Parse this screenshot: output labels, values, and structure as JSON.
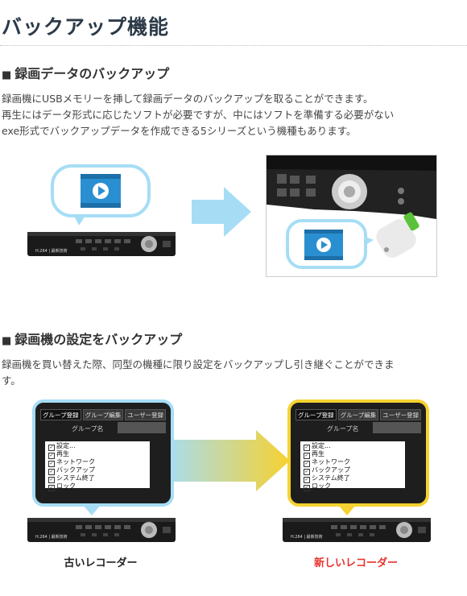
{
  "page": {
    "title": "バックアップ機能"
  },
  "section1": {
    "marker": "■",
    "heading": "録画データのバックアップ",
    "lines": [
      "録画機にUSBメモリーを挿して録画データのバックアップを取ることができます。",
      "再生にはデータ形式に応じたソフトが必要ですが、中にはソフトを準備する必要がない",
      "exe形式でバックアップデータを作成できる5シリーズという機種もあります。"
    ],
    "recorder_label": "H.264 | 最新技術"
  },
  "section2": {
    "marker": "■",
    "heading": "録画機の設定をバックアップ",
    "lines": [
      "録画機を買い替えた際、同型の機種に限り設定をバックアップし引き継ぐことができま",
      "す。"
    ],
    "tabs": [
      "グループ登録",
      "グループ編集",
      "ユーザー登録"
    ],
    "group_label": "グループ名",
    "list_items": [
      "設定...",
      "再生",
      "ネットワーク",
      "バックアップ",
      "システム終了",
      "ロック"
    ],
    "old_caption": "古いレコーダー",
    "new_caption": "新しいレコーダー",
    "colors": {
      "old_accent": "#a6ddf5",
      "new_accent": "#f6d230",
      "new_caption": "#e8322e"
    }
  }
}
